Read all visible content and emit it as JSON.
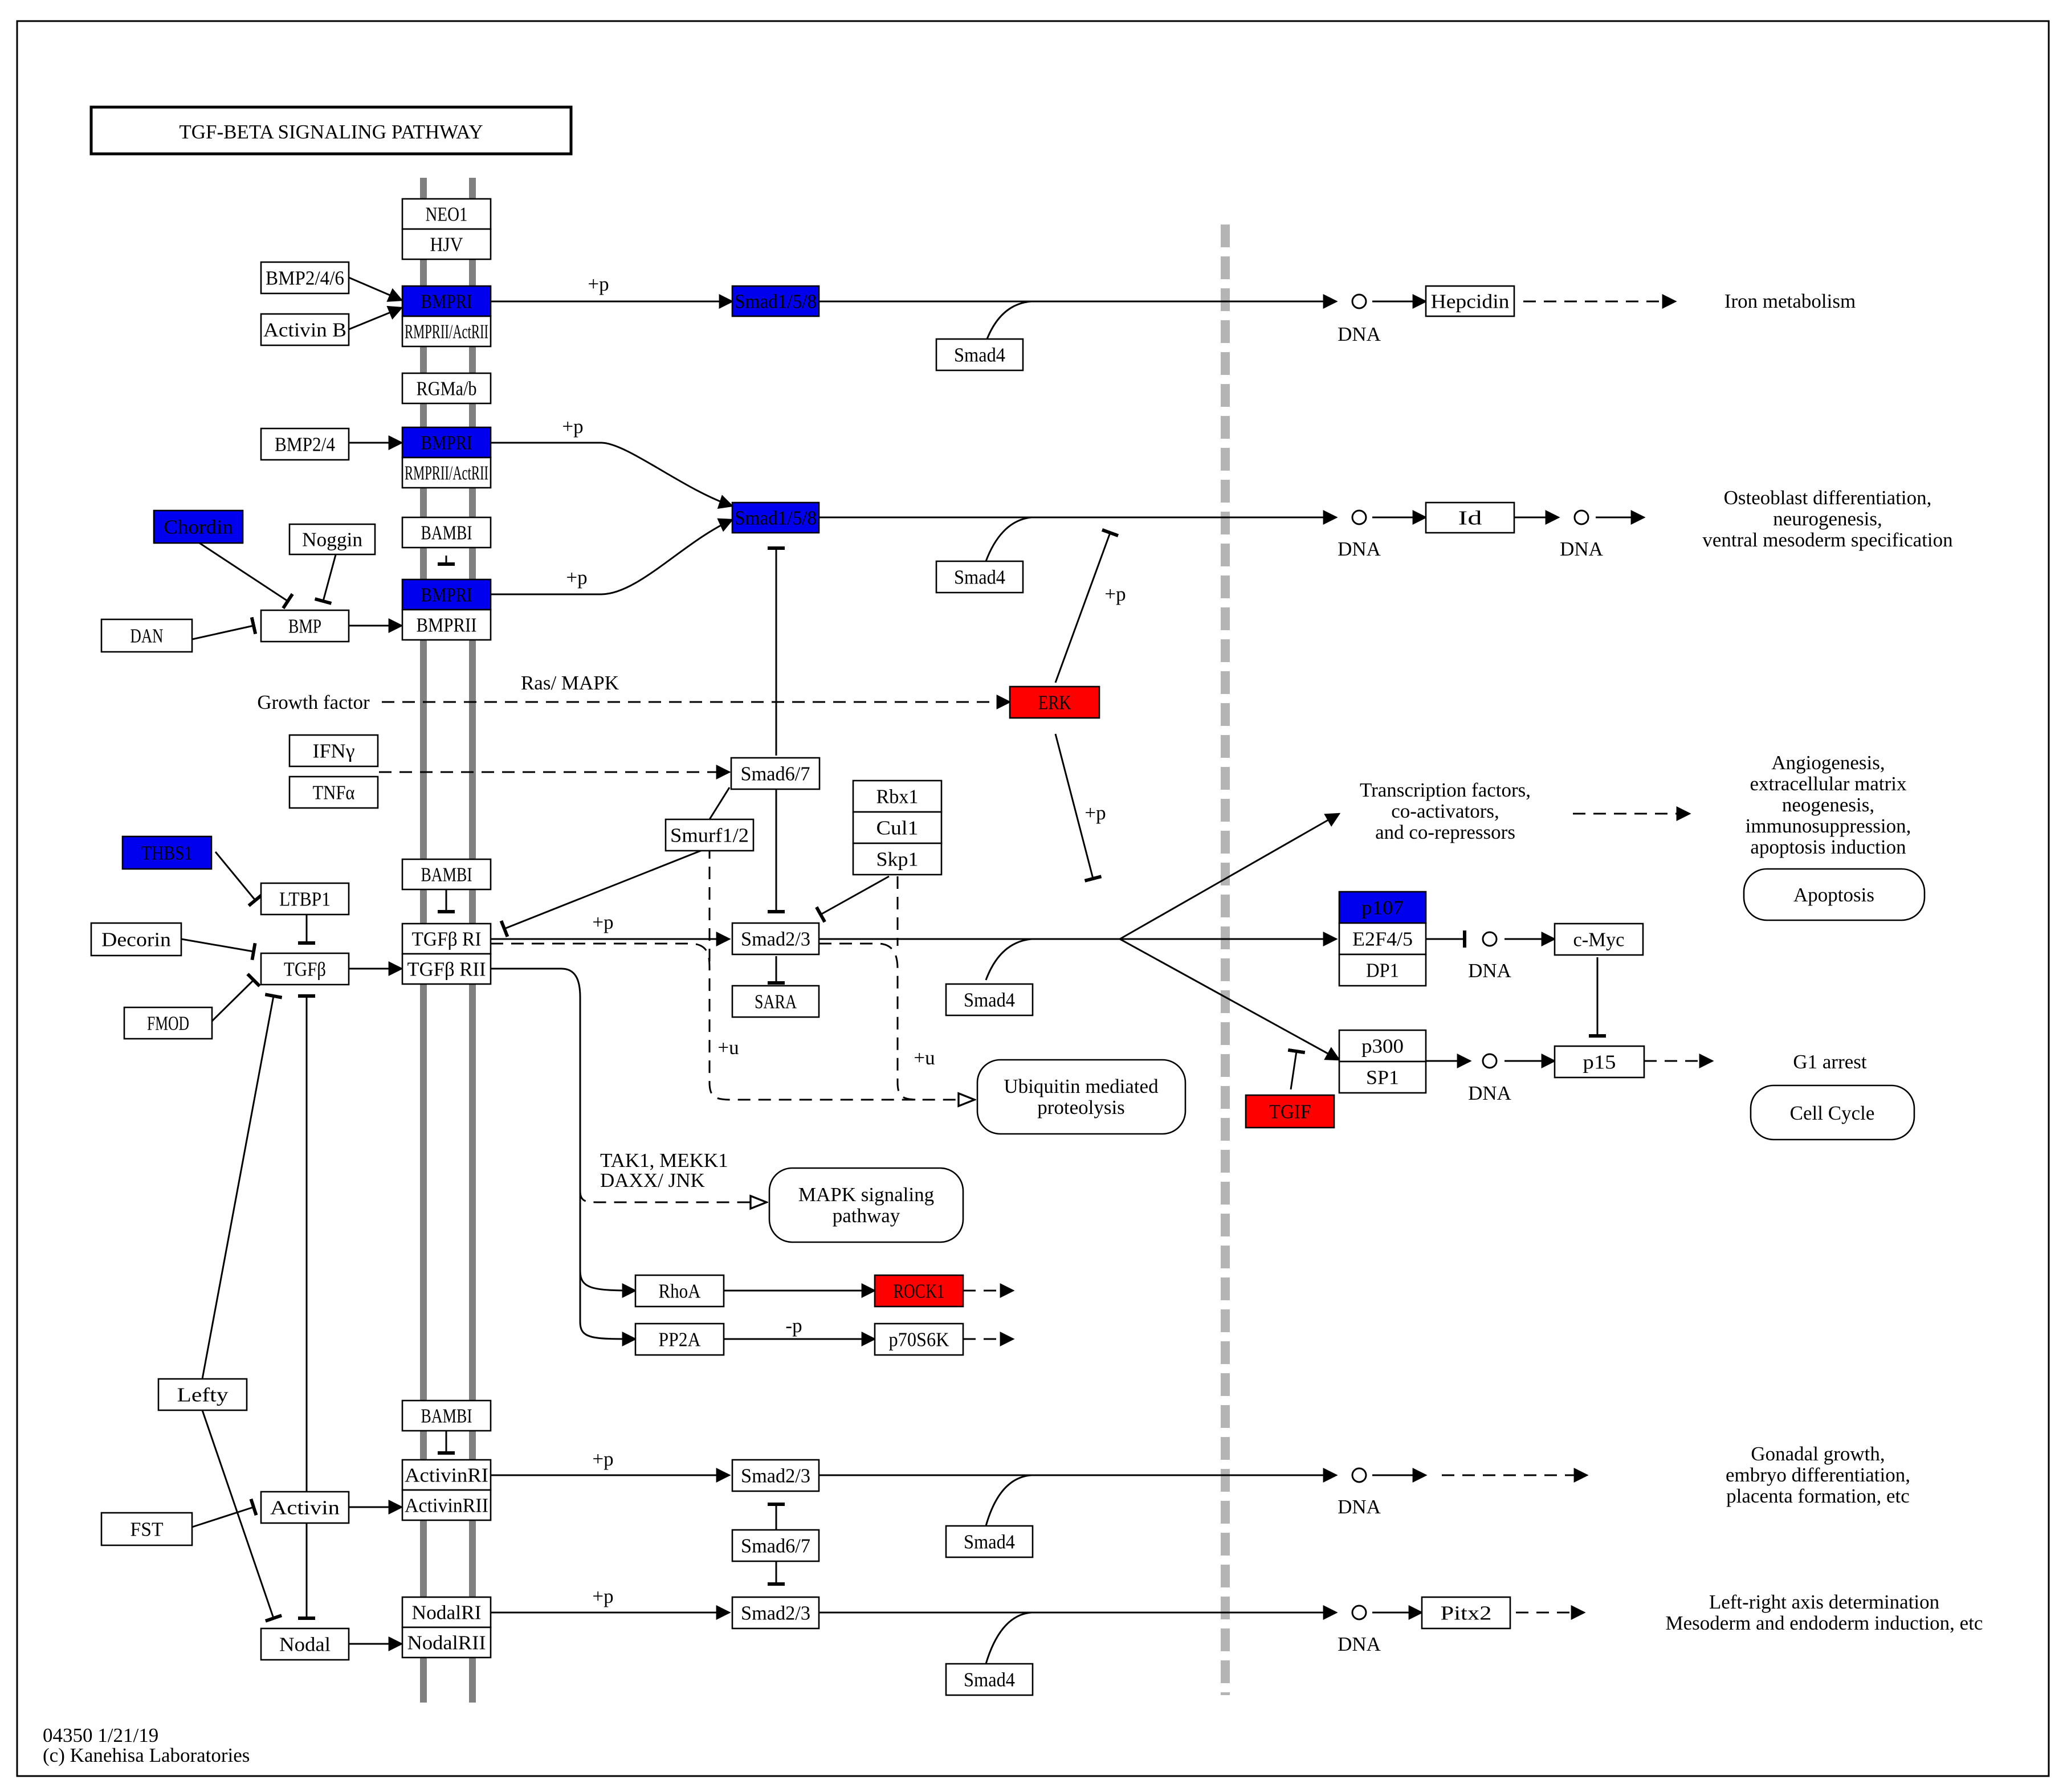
{
  "title": "TGF-BETA SIGNALING PATHWAY",
  "footer": {
    "map_id_date": "04350 1/21/19",
    "copyright": "(c) Kanehisa Laboratories"
  },
  "colors": {
    "blue": "#0000ee",
    "red": "#ff0000",
    "membrane": "#808080",
    "nuclear_envelope": "#b4b4b4"
  },
  "nodes": {
    "neo1": "NEO1",
    "hjv": "HJV",
    "bmp246": "BMP2/4/6",
    "activin_b": "Activin B",
    "bmpri_1": "BMPRI",
    "rmprii_1": "RMPRII/ActRII",
    "rgma": "RGMa/b",
    "smad158_1": "Smad1/5/8",
    "smad4_1": "Smad4",
    "hepcidin": "Hepcidin",
    "bmp24": "BMP2/4",
    "bmpri_2": "BMPRI",
    "rmprii_2": "RMPRII/ActRII",
    "smad158_2": "Smad1/5/8",
    "smad4_2": "Smad4",
    "id": "Id",
    "chordin": "Chordin",
    "noggin": "Noggin",
    "bambi_1": "BAMBI",
    "dan": "DAN",
    "bmp": "BMP",
    "bmpri_3": "BMPRI",
    "bmprii": "BMPRII",
    "erk": "ERK",
    "ifng": "IFNγ",
    "tnfa": "TNFα",
    "smad67_1": "Smad6/7",
    "smurf12": "Smurf1/2",
    "rbx1": "Rbx1",
    "cul1": "Cul1",
    "skp1": "Skp1",
    "thbs1": "THBS1",
    "ltbp1": "LTBP1",
    "bambi_2": "BAMBI",
    "decorin": "Decorin",
    "tgfb": "TGFβ",
    "tgfbri": "TGFβ RI",
    "tgfbrii": "TGFβ RII",
    "smad23_1": "Smad2/3",
    "sara": "SARA",
    "smad4_3": "Smad4",
    "p107": "p107",
    "e2f45": "E2F4/5",
    "dp1": "DP1",
    "cmyc": "c-Myc",
    "fmod": "FMOD",
    "tgif": "TGIF",
    "p300": "p300",
    "sp1": "SP1",
    "p15": "p15",
    "rhoa": "RhoA",
    "rock1": "ROCK1",
    "pp2a": "PP2A",
    "p70s6k": "p70S6K",
    "lefty": "Lefty",
    "bambi_3": "BAMBI",
    "fst": "FST",
    "activin": "Activin",
    "activinri": "ActivinRI",
    "activinrii": "ActivinRII",
    "smad23_2": "Smad2/3",
    "smad67_2": "Smad6/7",
    "smad4_4": "Smad4",
    "nodal": "Nodal",
    "nodalri": "NodalRI",
    "nodalrii": "NodalRII",
    "smad23_3": "Smad2/3",
    "smad4_5": "Smad4",
    "pitx2": "Pitx2"
  },
  "processes": {
    "ubiquitin": [
      "Ubiquitin mediated",
      "proteolysis"
    ],
    "mapk": [
      "MAPK signaling",
      "pathway"
    ],
    "apoptosis": "Apoptosis",
    "cell_cycle": "Cell Cycle"
  },
  "labels": {
    "dna": "DNA",
    "plus_p": "+p",
    "minus_p": "-p",
    "plus_u": "+u",
    "growth_factor": "Growth factor",
    "ras_mapk": "Ras/ MAPK",
    "tak1": "TAK1, MEKK1",
    "daxx": "DAXX/ JNK",
    "iron_metabolism": "Iron metabolism",
    "osteoblast": [
      "Osteoblast differentiation,",
      "neurogenesis,",
      "ventral mesoderm specification"
    ],
    "transcription": [
      "Transcription factors,",
      "co-activators,",
      "and co-repressors"
    ],
    "angiogenesis": [
      "Angiogenesis,",
      "extracellular matrix",
      "neogenesis,",
      "immunosuppression,",
      "apoptosis induction"
    ],
    "g1_arrest": "G1 arrest",
    "gonadal": [
      "Gonadal growth,",
      "embryo differentiation,",
      "placenta formation, etc"
    ],
    "left_right": [
      "Left-right axis determination",
      "Mesoderm and endoderm induction, etc"
    ]
  }
}
